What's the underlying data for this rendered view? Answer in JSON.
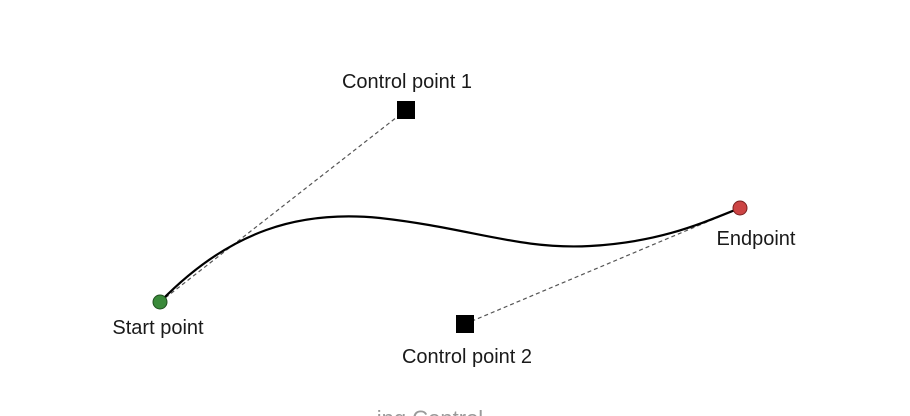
{
  "labels": {
    "control_point_1": "Control point 1",
    "control_point_2": "Control point 2",
    "start_point": "Start point",
    "endpoint": "Endpoint"
  },
  "caption": {
    "partial_text": "ing Control"
  },
  "colors": {
    "curve": "#000000",
    "guide": "#555555",
    "start_point": "#3a8a3a",
    "endpoint": "#cc4444",
    "control_point": "#000000"
  }
}
